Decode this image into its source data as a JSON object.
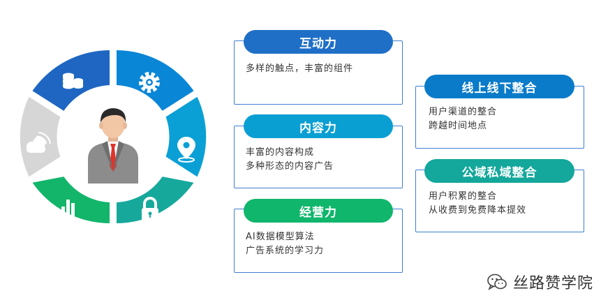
{
  "cards": [
    {
      "id": "interaction",
      "title": "互动力",
      "lines": [
        "多样的触点，丰富的组件"
      ],
      "color": "#1f6fc7"
    },
    {
      "id": "content",
      "title": "内容力",
      "lines": [
        "丰富的内容构成",
        "多种形态的内容广告"
      ],
      "color": "#0a9fd3"
    },
    {
      "id": "operation",
      "title": "经营力",
      "lines": [
        "AI数据模型算法",
        "广告系统的学习力"
      ],
      "color": "#10b66b"
    },
    {
      "id": "online-offline",
      "title": "线上线下整合",
      "lines": [
        "用户渠道的整合",
        "跨越时间地点"
      ],
      "color": "#0a7bc9"
    },
    {
      "id": "public-private",
      "title": "公域私域整合",
      "lines": [
        "用户积累的整合",
        "从收费到免费降本提效"
      ],
      "color": "#14a79b"
    }
  ],
  "wheel": {
    "segments": [
      {
        "icon": "coins-icon",
        "color": "#1e66c2"
      },
      {
        "icon": "gear-icon",
        "color": "#0a86d6"
      },
      {
        "icon": "location-pin-icon",
        "color": "#0aa0d6"
      },
      {
        "icon": "lock-icon",
        "color": "#16a99b"
      },
      {
        "icon": "bar-chart-icon",
        "color": "#12b56a"
      },
      {
        "icon": "cloud-icon",
        "color": "#d6d6d6"
      }
    ]
  },
  "watermark": {
    "text": "丝路赞学院"
  }
}
